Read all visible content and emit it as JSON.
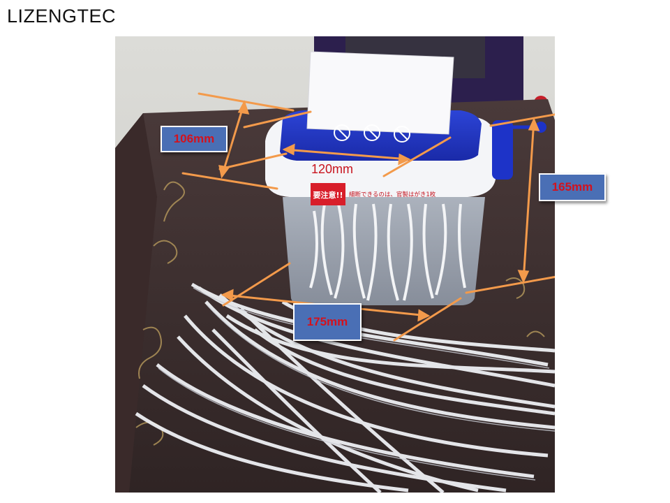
{
  "brand": {
    "text": "LIZENGTEC"
  },
  "dimensions": {
    "height_label": "106mm",
    "width_label": "120mm",
    "depth_label": "165mm",
    "length_label": "175mm"
  },
  "shredder": {
    "warning_label": "要注意!!",
    "warning_text": "細断できるのは、官製はがき1枚"
  },
  "colors": {
    "arrow": "#f39a4b",
    "label_bg": "#4a6fb5",
    "label_text": "#d3121d",
    "shredder_top": "#1d33c8",
    "table": "#3b2a2a"
  }
}
